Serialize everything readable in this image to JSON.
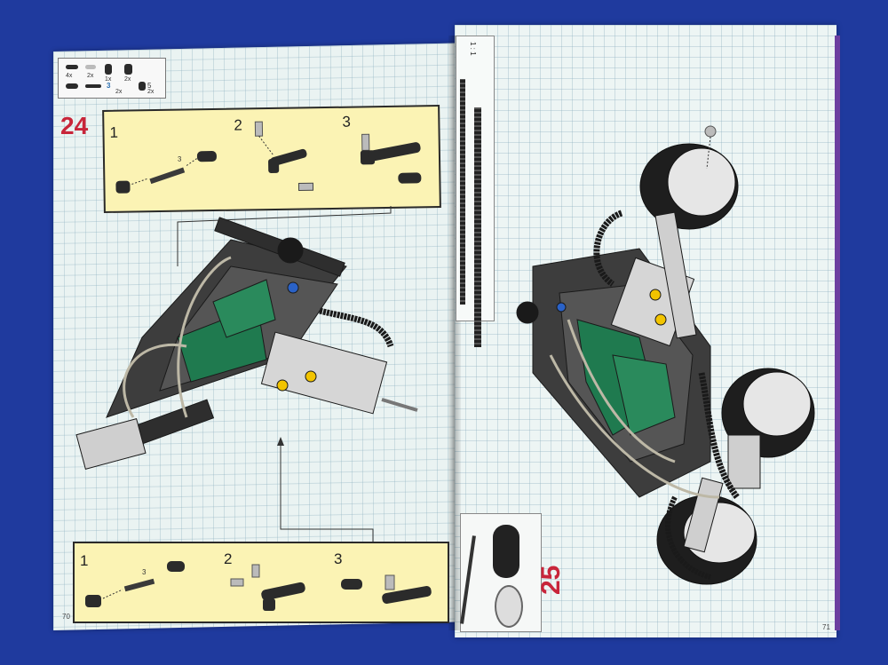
{
  "left_page": {
    "step_number": "24",
    "page_number": "70",
    "parts_box": {
      "counts": [
        "4x",
        "2x",
        "1x",
        "2x",
        "2x",
        "2x"
      ],
      "length_labels": [
        "3",
        "5"
      ]
    },
    "top_callout": {
      "substeps": [
        "1",
        "2",
        "3"
      ],
      "axle_length": "3"
    },
    "bottom_callout": {
      "substeps": [
        "1",
        "2",
        "3"
      ],
      "axle_length": "3"
    }
  },
  "right_page": {
    "step_number": "25",
    "page_number": "71",
    "ruler_label": "1 : 1"
  },
  "colors": {
    "background": "#1f3a9e",
    "page": "#eaf3f2",
    "callout": "#fbf3b4",
    "step_number": "#c8253a",
    "frame_gray": "#3a3a3a",
    "panel_green": "#1f7a4f"
  }
}
